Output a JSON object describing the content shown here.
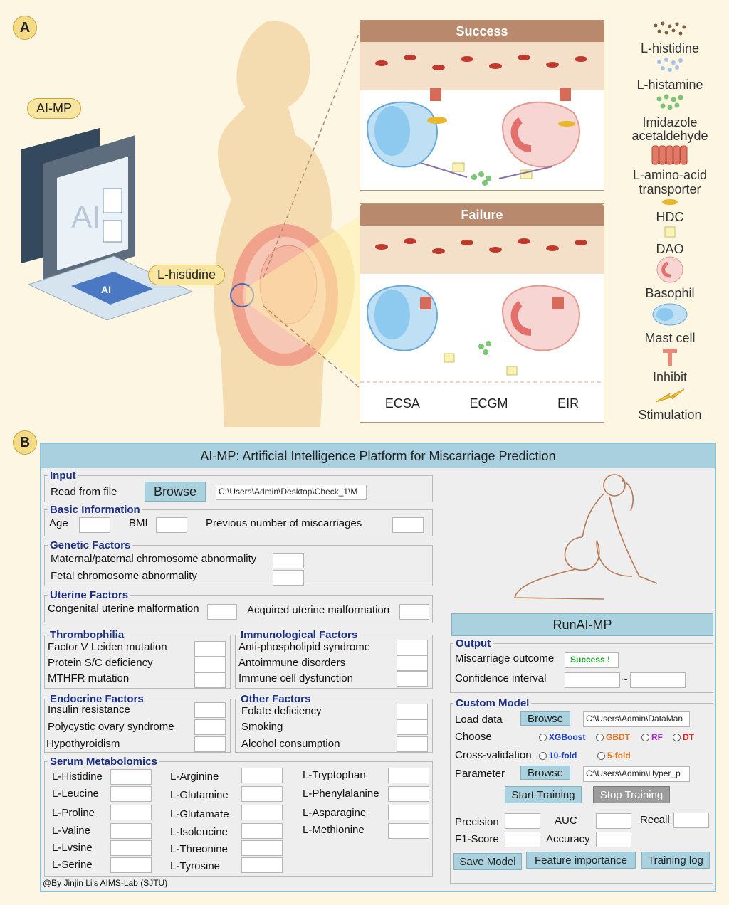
{
  "panelA": {
    "letter": "A",
    "ai_mp": "AI-MP",
    "l_histidine_tag": "L-histidine",
    "ai_text": "AI",
    "success_title": "Success",
    "failure_title": "Failure",
    "outcomes": [
      "ECSA",
      "ECGM",
      "EIR"
    ],
    "legend": [
      "L-histidine",
      "L-histamine",
      "Imidazole acetaldehyde",
      "L-amino-acid transporter",
      "HDC",
      "DAO",
      "Basophil",
      "Mast cell",
      "Inhibit",
      "Stimulation"
    ],
    "colors": {
      "brown": "#b8896d",
      "pill": "#f8e6a0",
      "blood": "#c0392b",
      "mast": "#bfe0f4",
      "basophil": "#f7d5d2"
    }
  },
  "panelB": {
    "letter": "B",
    "title": "AI-MP: Artificial Intelligence Platform for Miscarriage Prediction",
    "input": {
      "legend": "Input",
      "read_label": "Read from file",
      "browse": "Browse",
      "path": "C:\\Users\\Admin\\Desktop\\Check_1\\M"
    },
    "basic": {
      "legend": "Basic Information",
      "age": "Age",
      "bmi": "BMI",
      "prev": "Previous number of miscarriages"
    },
    "genetic": {
      "legend": "Genetic Factors",
      "items": [
        "Maternal/paternal chromosome abnormality",
        "Fetal chromosome abnormality"
      ]
    },
    "uterine": {
      "legend": "Uterine Factors",
      "items": [
        "Congenital uterine malformation",
        "Acquired uterine malformation"
      ]
    },
    "thrombophilia": {
      "legend": "Thrombophilia",
      "items": [
        "Factor V Leiden mutation",
        "Protein S/C deficiency",
        "MTHFR mutation"
      ]
    },
    "immunological": {
      "legend": "Immunological Factors",
      "items": [
        "Anti-phospholipid syndrome",
        "Antoimmune disorders",
        "Immune cell dysfunction"
      ]
    },
    "endocrine": {
      "legend": "Endocrine Factors",
      "items": [
        "Insulin resistance",
        "Polycystic ovary syndrome",
        "Hypothyroidism"
      ]
    },
    "other": {
      "legend": "Other Factors",
      "items": [
        "Folate deficiency",
        "Smoking",
        "Alcohol consumption"
      ]
    },
    "serum": {
      "legend": "Serum Metabolomics",
      "col1": [
        "L-Histidine",
        "L-Leucine",
        "L-Proline",
        "L-Valine",
        "L-Lvsine",
        "L-Serine"
      ],
      "col2": [
        "L-Arginine",
        "L-Glutamine",
        "L-Glutamate",
        "L-Isoleucine",
        "L-Threonine",
        "L-Tyrosine"
      ],
      "col3": [
        "L-Tryptophan",
        "L-Phenylalanine",
        "L-Asparagine",
        "L-Methionine"
      ]
    },
    "run_button": "RunAI-MP",
    "output": {
      "legend": "Output",
      "outcome_label": "Miscarriage outcome",
      "outcome_value": "Success !",
      "ci_label": "Confidence interval",
      "tilde": "~"
    },
    "custom": {
      "legend": "Custom Model",
      "load_label": "Load data",
      "browse": "Browse",
      "load_path": "C:\\Users\\Admin\\DataMan",
      "choose_label": "Choose",
      "models": [
        {
          "name": "XGBoost",
          "color": "#1a3fc4"
        },
        {
          "name": "GBDT",
          "color": "#e0731c"
        },
        {
          "name": "RF",
          "color": "#a429c7"
        },
        {
          "name": "DT",
          "color": "#d81b1b"
        }
      ],
      "cv_label": "Cross-validation",
      "folds": [
        {
          "name": "10-fold",
          "color": "#1a3fc4"
        },
        {
          "name": "5-fold",
          "color": "#e0731c"
        }
      ],
      "param_label": "Parameter",
      "param_path": "C:\\Users\\Admin\\Hyper_p",
      "start": "Start Training",
      "stop": "Stop Training",
      "precision": "Precision",
      "auc": "AUC",
      "recall": "Recall",
      "f1": "F1-Score",
      "accuracy": "Accuracy",
      "save": "Save Model",
      "feature": "Feature importance",
      "log": "Training log"
    },
    "footer": "@By Jinjin Li's AIMS-Lab (SJTU)"
  }
}
